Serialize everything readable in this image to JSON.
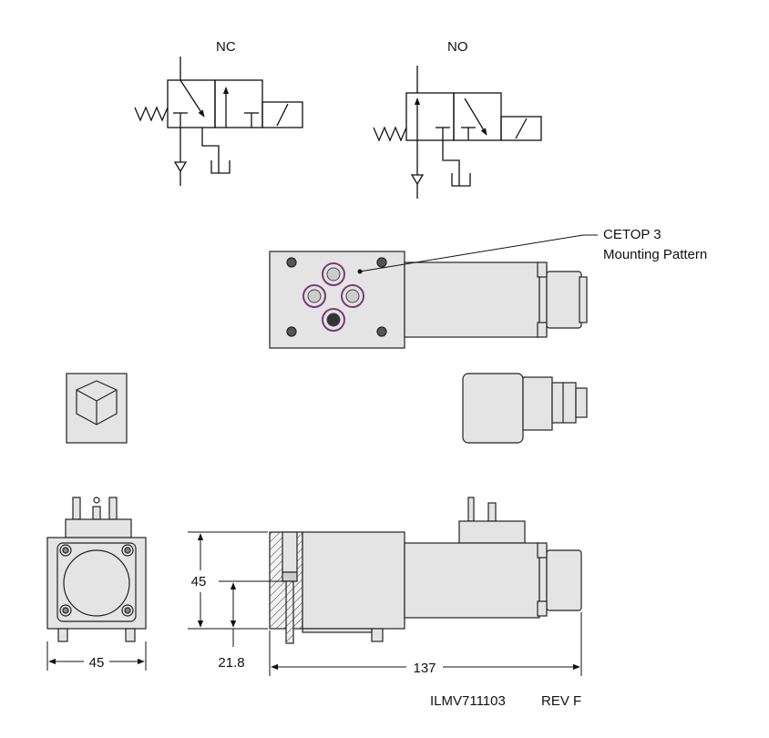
{
  "symbols": {
    "nc_label": "NC",
    "no_label": "NO"
  },
  "callout": {
    "line1": "CETOP 3",
    "line2": "Mounting Pattern"
  },
  "dimensions": {
    "width_front": "45",
    "height_side": "45",
    "port_height": "21.8",
    "overall_length": "137"
  },
  "drawing": {
    "number": "ILMV711103",
    "revision": "REV F"
  },
  "colors": {
    "body": "#e4e4e4",
    "outline": "#222222",
    "oring": "#7a3a7a",
    "line": "#111111"
  }
}
